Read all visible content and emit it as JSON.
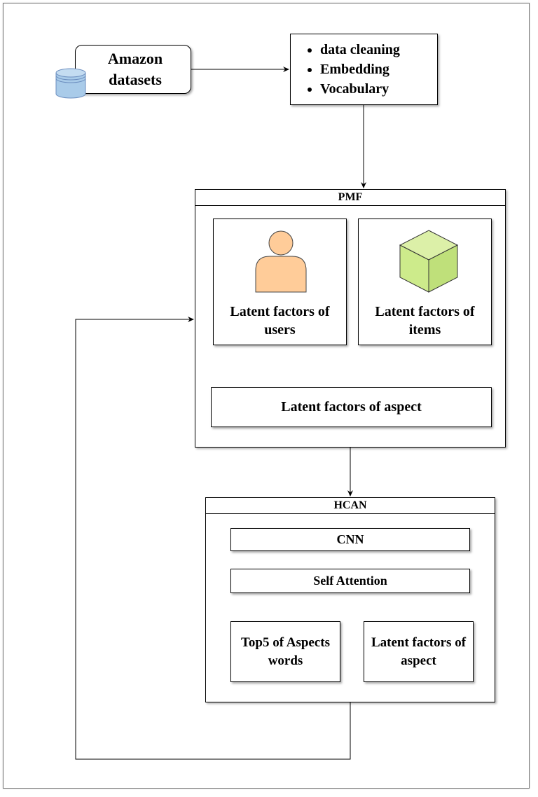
{
  "source": {
    "label": "Amazon datasets",
    "icon": "database-cylinder-icon"
  },
  "preprocessing": {
    "items": [
      "data cleaning",
      "Embedding",
      "Vocabulary"
    ]
  },
  "pmf": {
    "title": "PMF",
    "users_label": "Latent factors of users",
    "users_icon": "user-person-icon",
    "items_label": "Latent factors of items",
    "items_icon": "cube-icon",
    "aspect_label": "Latent factors of aspect"
  },
  "hcan": {
    "title": "HCAN",
    "cnn_label": "CNN",
    "attention_label": "Self Attention",
    "top5_label": "Top5 of Aspects words",
    "aspect_label": "Latent factors of aspect"
  },
  "colors": {
    "person_fill": "#ffcc99",
    "cube_fill": "#cdeb8b",
    "database_fill": "#a9cbe9",
    "database_stroke": "#6c8ebf"
  }
}
